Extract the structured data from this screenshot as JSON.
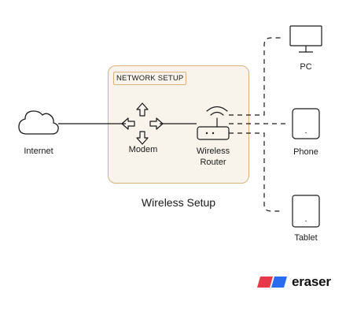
{
  "diagram": {
    "group_label": "NETWORK SETUP",
    "caption": "Wireless Setup",
    "nodes": {
      "internet": "Internet",
      "modem": "Modem",
      "router_line1": "Wireless",
      "router_line2": "Router",
      "pc": "PC",
      "phone": "Phone",
      "tablet": "Tablet"
    },
    "colors": {
      "group_fill": "#f8f3eb",
      "group_border": "#d9b27c",
      "stroke": "#1a1a1a",
      "brand_red": "#e8394a",
      "brand_blue": "#2a6cf0"
    },
    "icons": [
      "cloud-icon",
      "move-arrows-icon",
      "wifi-router-icon",
      "monitor-icon",
      "phone-icon",
      "tablet-icon"
    ],
    "edges": [
      {
        "from": "internet",
        "to": "modem",
        "style": "solid"
      },
      {
        "from": "modem",
        "to": "router",
        "style": "solid"
      },
      {
        "from": "router",
        "to": "pc",
        "style": "dashed"
      },
      {
        "from": "router",
        "to": "phone",
        "style": "dashed"
      },
      {
        "from": "router",
        "to": "tablet",
        "style": "dashed"
      }
    ]
  },
  "brand": {
    "name": "eraser"
  }
}
